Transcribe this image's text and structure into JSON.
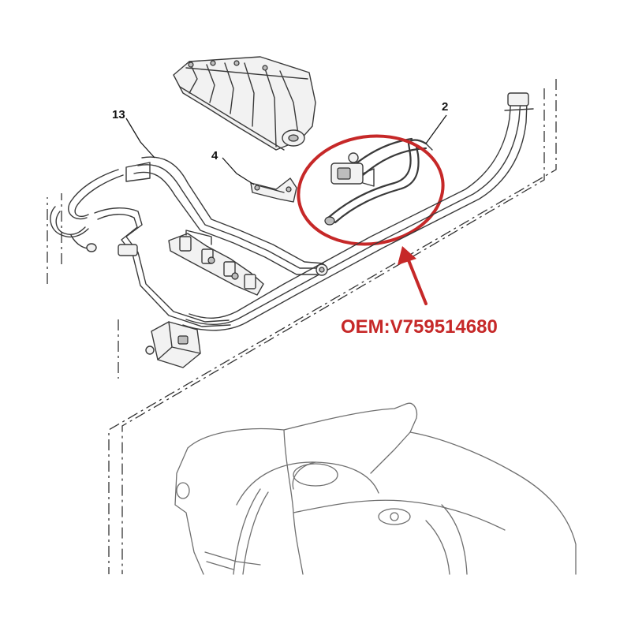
{
  "callouts": {
    "c13": "13",
    "c4": "4",
    "c2": "2"
  },
  "oem_label": "OEM:V759514680",
  "colors": {
    "highlight": "#c62828",
    "line": "#3a3a3a"
  }
}
